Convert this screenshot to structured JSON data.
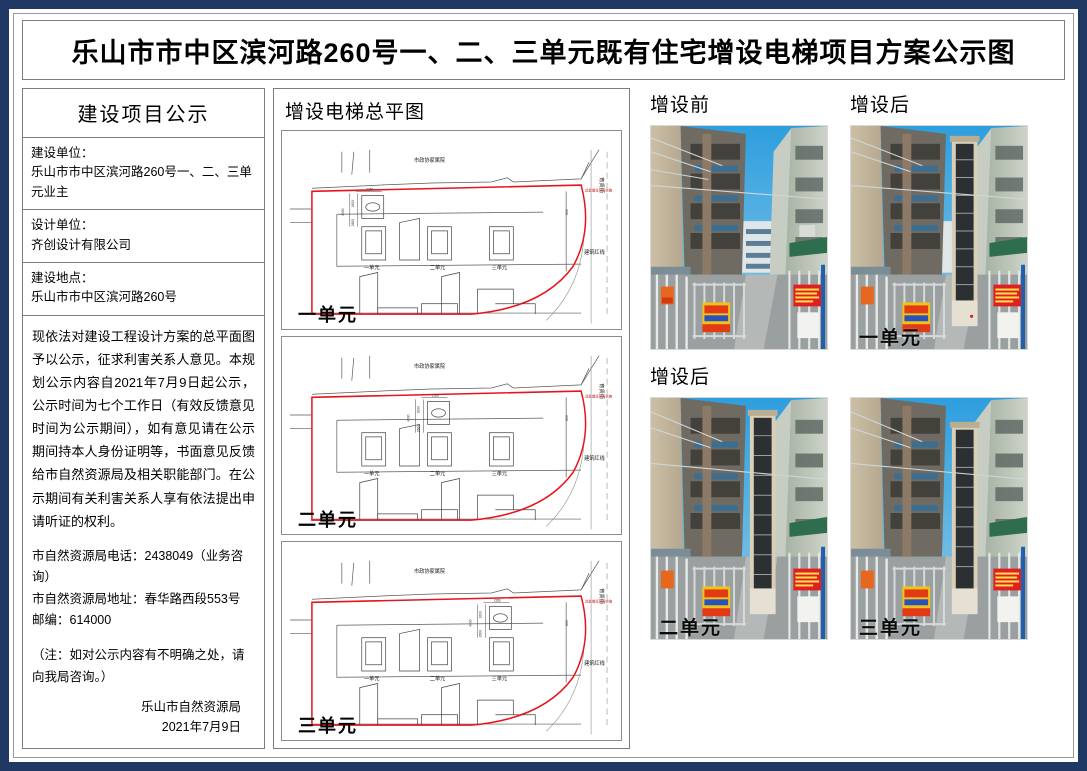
{
  "poster": {
    "title": "乐山市市中区滨河路260号一、二、三单元既有住宅增设电梯项目方案公示图",
    "border_color": "#1F3864"
  },
  "notice": {
    "heading": "建设项目公示",
    "fields": [
      {
        "label": "建设单位：",
        "value": "乐山市市中区滨河路260号一、二、三单元业主"
      },
      {
        "label": "设计单位：",
        "value": "齐创设计有限公司"
      },
      {
        "label": "建设地点：",
        "value": "乐山市市中区滨河路260号"
      }
    ],
    "paragraph": "现依法对建设工程设计方案的总平面图予以公示，征求利害关系人意见。本规划公示内容自2021年7月9日起公示，公示时间为七个工作日（有效反馈意见时间为公示期间），如有意见请在公示期间持本人身份证明等，书面意见反馈给市自然资源局及相关职能部门。在公示期间有关利害关系人享有依法提出申请听证的权利。",
    "contact": [
      "市自然资源局电话：2438049（业务咨询）",
      "市自然资源局地址：春华路西段553号",
      "邮编：614000"
    ],
    "note": "（注：如对公示内容有不明确之处，请向我局咨询。）",
    "signature_org": "乐山市自然资源局",
    "signature_date": "2021年7月9日"
  },
  "plans": {
    "heading": "增设电梯总平图",
    "items": [
      {
        "caption": "一单元",
        "labels": {
          "north_building": "市政协家属院",
          "street": "育贤街",
          "red_line_note": "此处增设可以实施",
          "setback_line": "建筑红线",
          "units": [
            "一单元",
            "二单元",
            "三单元"
          ],
          "dims": [
            "1600",
            "2600",
            "4000",
            "2350",
            "1800",
            "600"
          ]
        },
        "highlight_unit_index": 0,
        "boundary_color": "#e8131b"
      },
      {
        "caption": "二单元",
        "labels": {
          "north_building": "市政协家属院",
          "street": "育贤街",
          "red_line_note": "此处增设可以实施",
          "setback_line": "建筑红线",
          "units": [
            "一单元",
            "二单元",
            "三单元"
          ],
          "dims": [
            "1600",
            "2600",
            "4000",
            "2350",
            "1800",
            "600"
          ]
        },
        "highlight_unit_index": 1,
        "boundary_color": "#e8131b"
      },
      {
        "caption": "三单元",
        "labels": {
          "north_building": "市政协家属院",
          "street": "育贤街",
          "red_line_note": "此处增设可以实施",
          "setback_line": "建筑红线",
          "units": [
            "一单元",
            "二单元",
            "三单元"
          ],
          "dims": [
            "1600",
            "2600",
            "4000",
            "2350",
            "1800",
            "600"
          ]
        },
        "highlight_unit_index": 2,
        "boundary_color": "#e8131b"
      }
    ]
  },
  "photos": {
    "section_top_before": "增设前",
    "section_top_after": "增设后",
    "section_bottom_after": "增设后",
    "items": [
      {
        "caption": "",
        "has_elevator": false,
        "position": "top-left"
      },
      {
        "caption": "一单元",
        "has_elevator": true,
        "position": "top-right"
      },
      {
        "caption": "二单元",
        "has_elevator": true,
        "position": "bottom-left"
      },
      {
        "caption": "三单元",
        "has_elevator": true,
        "position": "bottom-right"
      }
    ]
  }
}
